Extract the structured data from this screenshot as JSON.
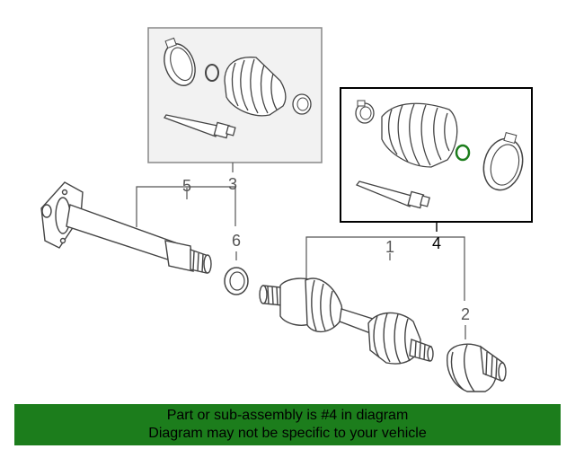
{
  "callouts": {
    "c1": "1",
    "c2": "2",
    "c3": "3",
    "c4": "4",
    "c5": "5",
    "c6": "6"
  },
  "highlighted_callout": "4",
  "banner": {
    "line1": "Part or sub-assembly is #4 in diagram",
    "line2": "Diagram may not be specific to your vehicle"
  },
  "colors": {
    "banner_background": "#1c7d1c",
    "highlight_box_border": "#000000",
    "inset_box_border": "#888888",
    "part_stroke": "#444444",
    "snap_ring_highlight": "#1c7d1c"
  }
}
